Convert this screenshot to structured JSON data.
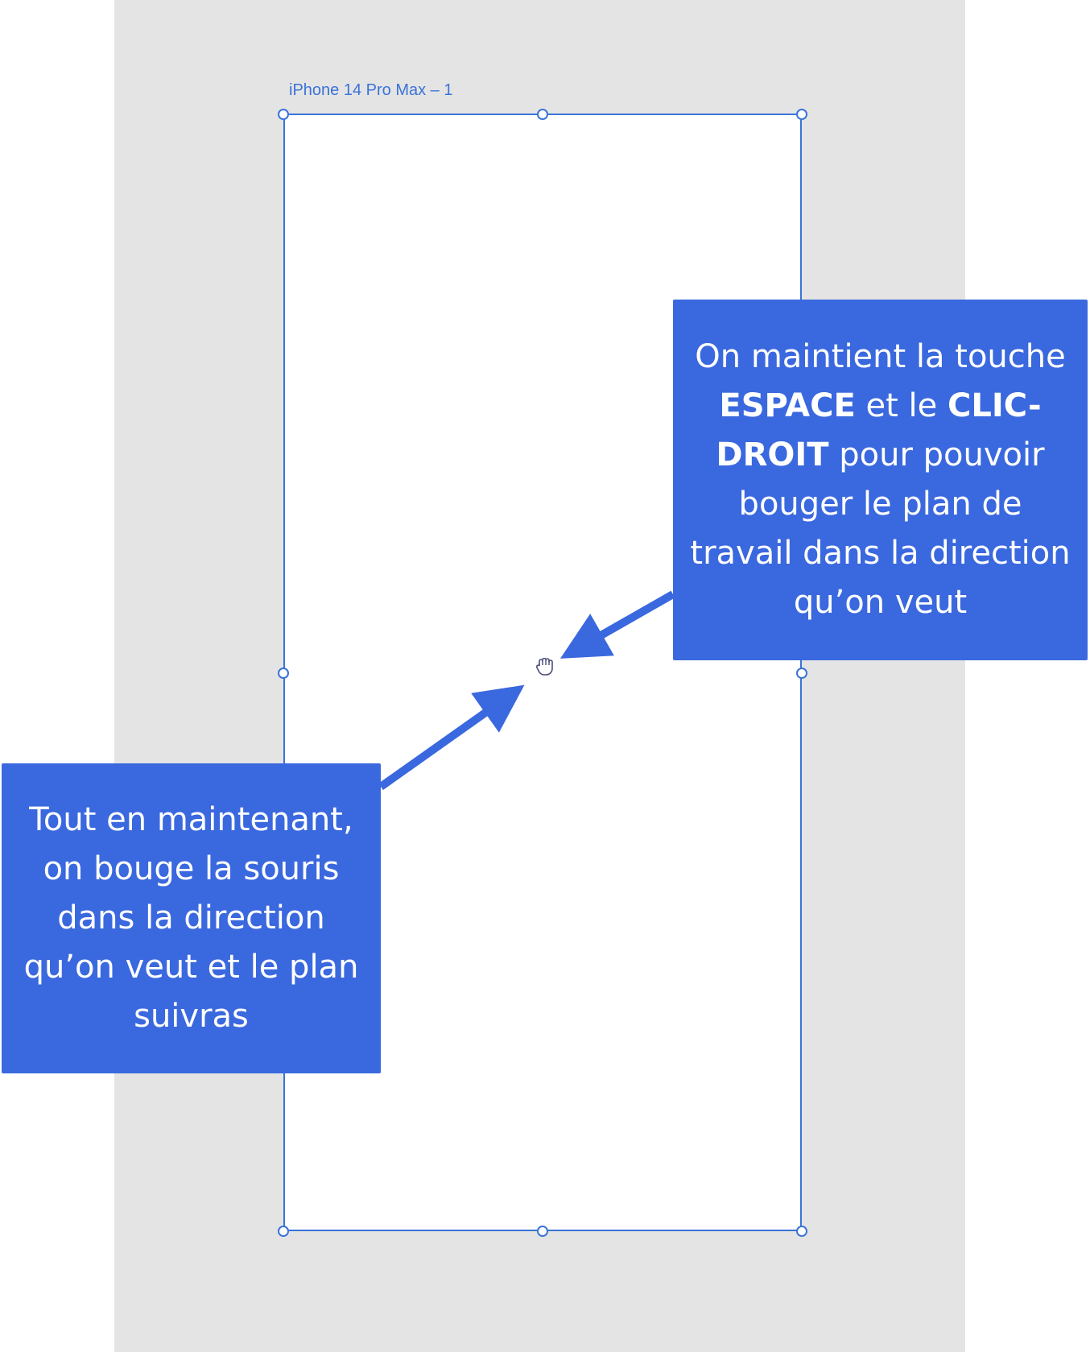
{
  "artboard": {
    "label": "iPhone 14 Pro Max – 1"
  },
  "cursor": {
    "icon": "hand-grab-icon"
  },
  "callout_right": {
    "line1": "On maintient la touche ",
    "key1": "ESPACE",
    "line2": " et le ",
    "key2": "CLIC-DROIT",
    "line3": " pour pouvoir bouger le plan de travail dans la direction qu’on veut"
  },
  "callout_left": {
    "text": "Tout en maintenant, on bouge la souris dans la direction qu’on veut et le plan suivras"
  },
  "colors": {
    "accent": "#3a73d8",
    "callout": "#3a68de",
    "canvas": "#e4e4e4"
  }
}
